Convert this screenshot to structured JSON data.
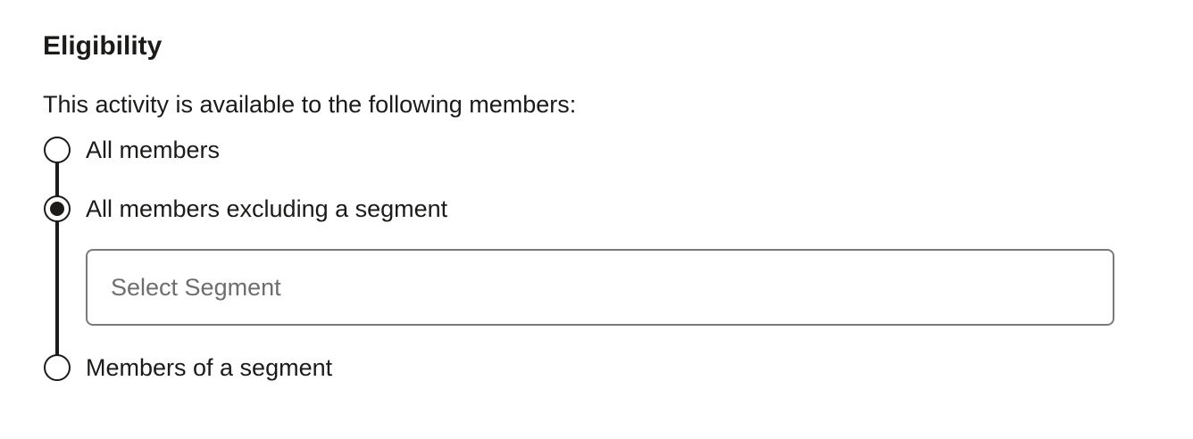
{
  "section": {
    "title": "Eligibility",
    "description": "This activity is available to the following members:"
  },
  "eligibility": {
    "options": [
      {
        "label": "All members",
        "selected": false
      },
      {
        "label": "All members excluding a segment",
        "selected": true
      },
      {
        "label": "Members of a segment",
        "selected": false
      }
    ]
  },
  "segment_picker": {
    "placeholder": "Select Segment",
    "value": ""
  },
  "colors": {
    "text": "#1c1b1a",
    "placeholder_text": "#6e6e6e",
    "input_border": "#7a7a7a",
    "radio_accent": "#1c1b1a",
    "background": "#ffffff"
  }
}
